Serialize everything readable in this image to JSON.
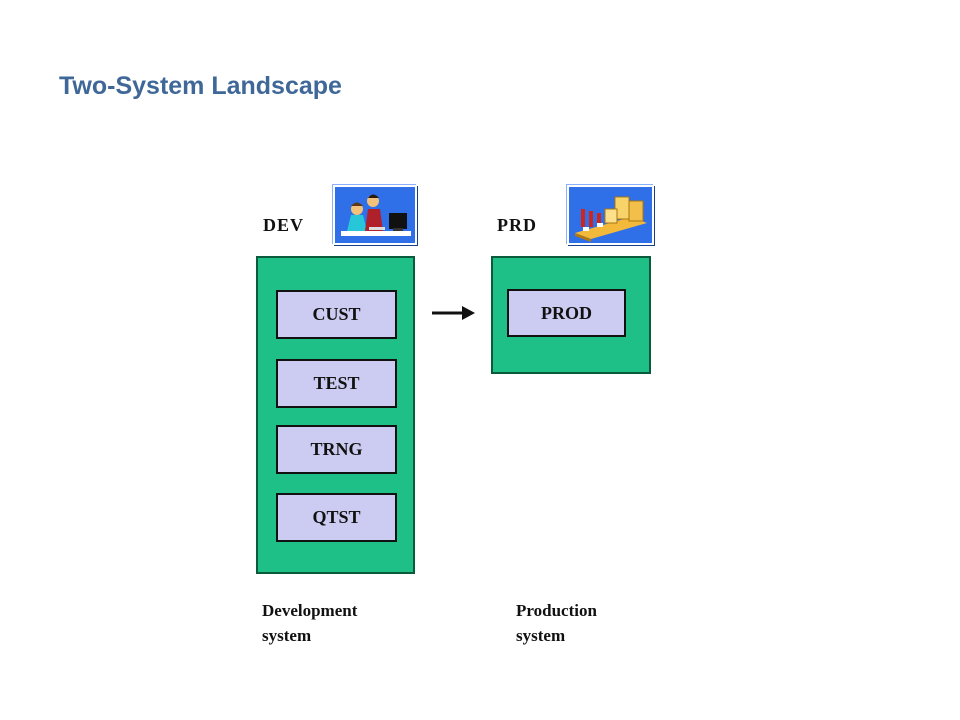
{
  "title": "Two-System Landscape",
  "dev": {
    "code": "DEV",
    "icon": "developer-at-workstation-icon",
    "clients": [
      "CUST",
      "TEST",
      "TRNG",
      "QTST"
    ],
    "caption_line1": "Development",
    "caption_line2": "system"
  },
  "prd": {
    "code": "PRD",
    "icon": "factory-production-icon",
    "clients": [
      "PROD"
    ],
    "caption_line1": "Production",
    "caption_line2": "system"
  },
  "colors": {
    "title": "#3f6798",
    "system_fill": "#1fbf88",
    "client_fill": "#ccccf2",
    "icon_background": "#2f6fe8"
  }
}
